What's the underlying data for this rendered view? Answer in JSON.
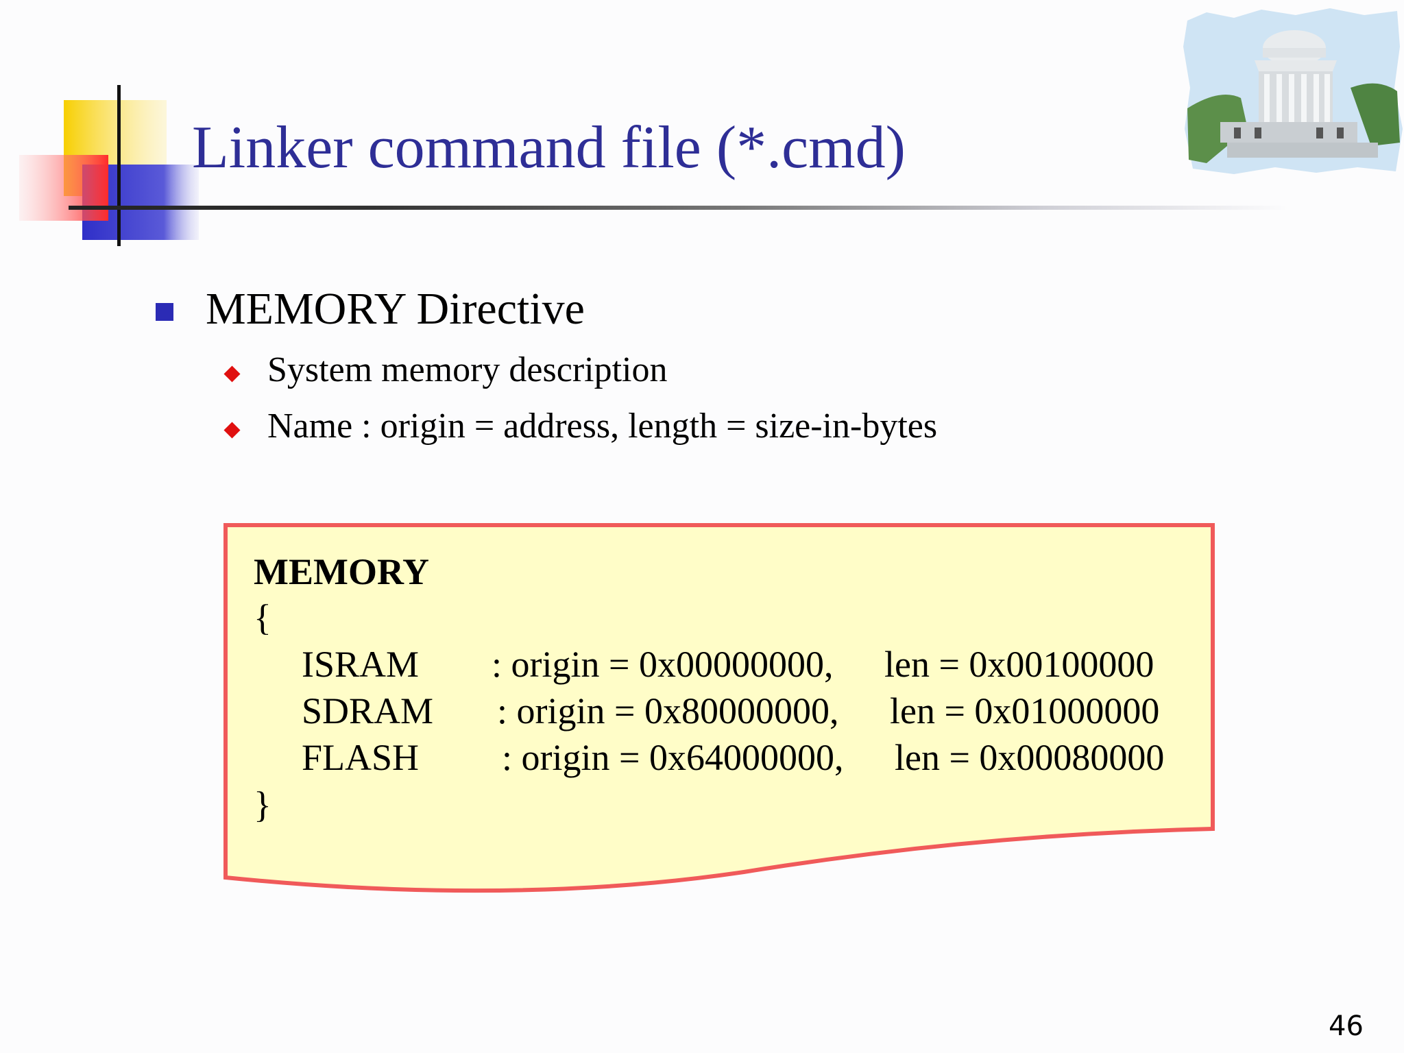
{
  "slide": {
    "title": "Linker command file (*.cmd)",
    "page_number": "46"
  },
  "decoration": {
    "corner_shapes_colors": [
      "#f7cf00",
      "#ff3b3b",
      "#3a3acc",
      "#111111"
    ],
    "photo_icon": "building-photo"
  },
  "bullets": {
    "main": "MEMORY Directive",
    "sub": [
      "System memory description",
      "Name : origin = address, length = size-in-bytes"
    ]
  },
  "code": {
    "keyword": "MEMORY",
    "open_brace": "{",
    "close_brace": "}",
    "rows": [
      {
        "name": "ISRAM",
        "origin": ": origin = 0x00000000,",
        "len": "len = 0x00100000"
      },
      {
        "name": "SDRAM",
        "origin": ": origin = 0x80000000,",
        "len": "len = 0x01000000"
      },
      {
        "name": "FLASH",
        "origin": ": origin = 0x64000000,",
        "len": "len = 0x00080000"
      }
    ],
    "box_fill": "#fffdc8",
    "box_border": "#f05a5a"
  },
  "colors": {
    "title": "#2e2e96",
    "main_bullet": "#2b2bb5",
    "sub_bullet": "#e01010"
  }
}
